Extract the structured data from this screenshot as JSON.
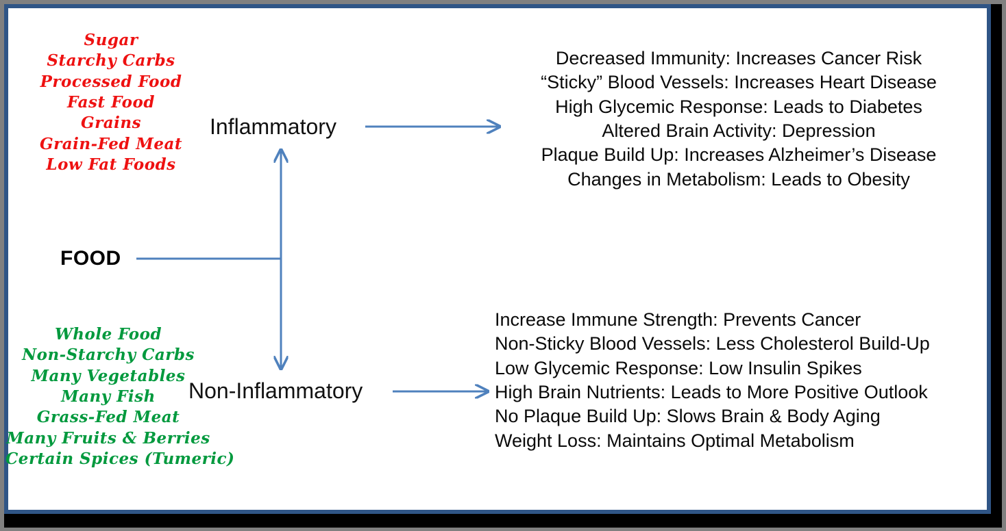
{
  "theme": {
    "red": "#ee1111",
    "green": "#00993d",
    "connector_blue": "#4f81bd",
    "frame_blue": "#2f5586",
    "frame_gray": "#808080",
    "frame_black": "#000000",
    "text_black": "#0a0a0a"
  },
  "root": {
    "label": "FOOD"
  },
  "branches": {
    "inflammatory": {
      "label": "Inflammatory",
      "foods": [
        "Sugar",
        "Starchy Carbs",
        "Processed Food",
        "Fast Food",
        "Grains",
        "Grain-Fed Meat",
        "Low Fat Foods"
      ],
      "outcomes": [
        "Decreased Immunity: Increases Cancer Risk",
        "“Sticky” Blood Vessels: Increases Heart Disease",
        "High Glycemic Response:  Leads to Diabetes",
        "Altered Brain Activity: Depression",
        "Plaque Build Up: Increases Alzheimer’s Disease",
        "Changes in Metabolism: Leads to Obesity"
      ]
    },
    "non_inflammatory": {
      "label": "Non-Inflammatory",
      "foods": [
        "Whole Food",
        "Non-Starchy Carbs",
        "Many Vegetables",
        "Many Fish",
        "Grass-Fed Meat",
        "Many Fruits & Berries",
        "Certain Spices (Tumeric)"
      ],
      "outcomes": [
        "Increase Immune Strength: Prevents Cancer",
        "Non-Sticky Blood Vessels: Less Cholesterol Build-Up",
        "Low Glycemic Response:  Low Insulin Spikes",
        "High Brain Nutrients: Leads to More Positive Outlook",
        "No Plaque Build Up: Slows Brain & Body Aging",
        "Weight Loss: Maintains Optimal Metabolism"
      ]
    }
  }
}
